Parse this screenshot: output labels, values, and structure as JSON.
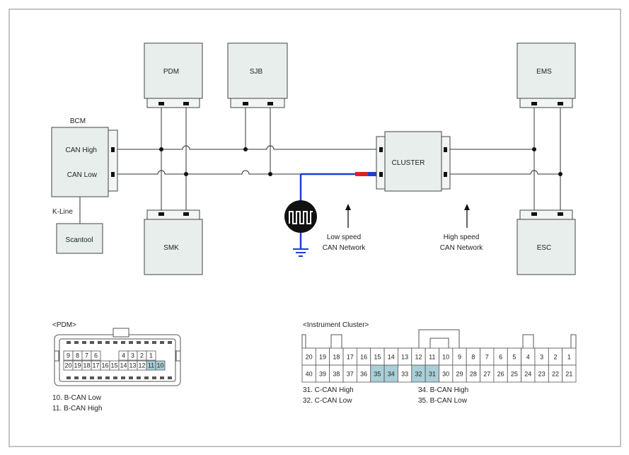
{
  "modules": {
    "pdm": "PDM",
    "sjb": "SJB",
    "ems": "EMS",
    "bcm": "BCM",
    "bcm_can_high": "CAN High",
    "bcm_can_low": "CAN Low",
    "kline": "K-Line",
    "scantool": "Scantool",
    "smk": "SMK",
    "cluster": "CLUSTER",
    "esc": "ESC"
  },
  "networks": {
    "low_speed_line1": "Low speed",
    "low_speed_line2": "CAN Network",
    "high_speed_line1": "High speed",
    "high_speed_line2": "CAN Network"
  },
  "pdm_connector": {
    "title": "<PDM>",
    "top_row": [
      "9",
      "8",
      "7",
      "6",
      "",
      "4",
      "3",
      "2",
      "1"
    ],
    "bottom_row": [
      "20",
      "19",
      "18",
      "17",
      "16",
      "15",
      "14",
      "13",
      "12",
      "11",
      "10"
    ],
    "highlighted": [
      "11",
      "10"
    ],
    "legend": [
      "10. B-CAN Low",
      "11. B-CAN High"
    ]
  },
  "cluster_connector": {
    "title": "<Instrument Cluster>",
    "top_row": [
      "20",
      "19",
      "18",
      "17",
      "16",
      "15",
      "14",
      "13",
      "12",
      "11",
      "10",
      "9",
      "8",
      "7",
      "6",
      "5",
      "4",
      "3",
      "2",
      "1"
    ],
    "bottom_row": [
      "40",
      "39",
      "38",
      "37",
      "36",
      "35",
      "34",
      "33",
      "32",
      "31",
      "30",
      "29",
      "28",
      "27",
      "26",
      "25",
      "24",
      "23",
      "22",
      "21"
    ],
    "highlighted": [
      "35",
      "34",
      "32",
      "31"
    ],
    "legend_left": [
      "31. C-CAN High",
      "32. C-CAN Low"
    ],
    "legend_right": [
      "34. B-CAN High",
      "35. B-CAN Low"
    ]
  },
  "colors": {
    "highlight_cell": "#a9cfd8",
    "probe_blue": "#1a3fd0",
    "probe_red": "#e02020",
    "probe_green": "#20a020",
    "legend_green": "#2a8a2a"
  },
  "icons": [
    "oscilloscope-icon",
    "ground-icon",
    "arrow-up-icon"
  ]
}
